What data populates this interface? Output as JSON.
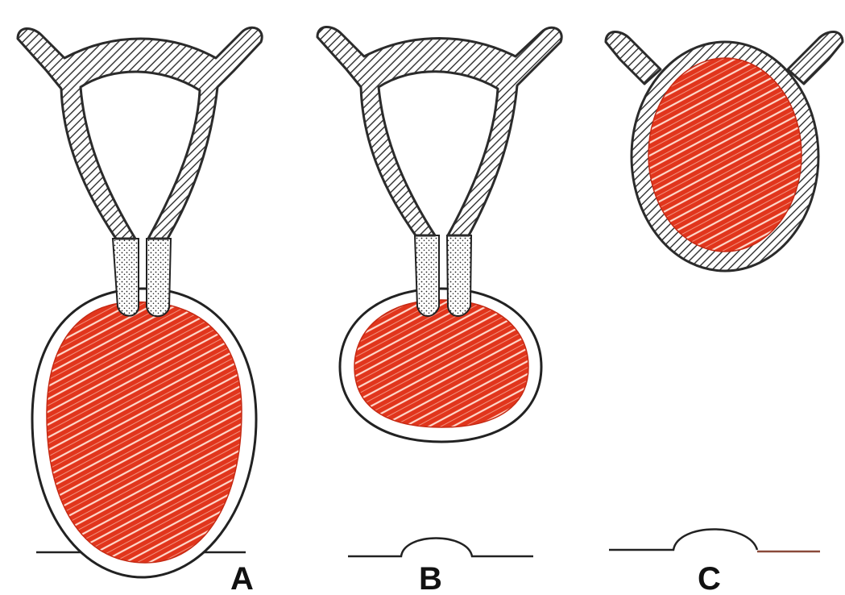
{
  "panels": [
    {
      "label": "A"
    },
    {
      "label": "B"
    },
    {
      "label": "C"
    }
  ],
  "colors": {
    "wall": "#2b2b2b",
    "hatch": "#3a3a3a",
    "ball": "#e1351c",
    "streak": "#ffd9cc",
    "stipple": "#222222",
    "capsule_outline": "#222222",
    "background": "#ffffff"
  }
}
